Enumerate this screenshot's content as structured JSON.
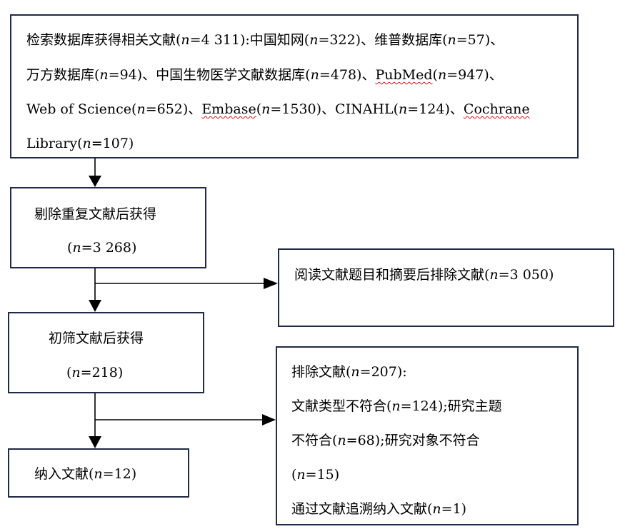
{
  "box_search": {
    "line1_a": "检索数据库获得相关文献(",
    "line1_n": "n",
    "line1_b": "=4 311):中国知网(",
    "line1_n2": "n",
    "line1_c": "=322)、维普数据库(",
    "line1_n3": "n",
    "line1_d": "=57)、",
    "line2_a": "万方数据库(",
    "line2_n": "n",
    "line2_b": "=94)、中国生物医学文献数据库(",
    "line2_n2": "n",
    "line2_c": "=478)、",
    "line2_pub": "PubMed",
    "line2_d": "(",
    "line2_n3": "n",
    "line2_e": "=947)、",
    "line3_a": "Web of Science(",
    "line3_n": "n",
    "line3_b": "=652)、",
    "line3_emb": "Embase",
    "line3_c": "(",
    "line3_n2": "n",
    "line3_d": "=1530)、CINAHL(",
    "line3_n3": "n",
    "line3_e": "=124)、",
    "line3_coch": "Cochrane",
    "line4_a": "Library(",
    "line4_n": "n",
    "line4_b": "=107)"
  },
  "box_dedup": {
    "line1": "剔除重复文献后获得",
    "line2_a": "(",
    "line2_n": "n",
    "line2_b": "=3 268)"
  },
  "box_exclude_title": {
    "line1_a": "阅读文献题目和摘要后排除文献(",
    "line1_n": "n",
    "line1_b": "=3 050)"
  },
  "box_screen": {
    "line1": "初筛文献后获得",
    "line2_a": "(",
    "line2_n": "n",
    "line2_b": "=218)"
  },
  "box_exclude_full": {
    "line1_a": "排除文献(",
    "line1_n": "n",
    "line1_b": "=207):",
    "line2_a": "文献类型不符合(",
    "line2_n": "n",
    "line2_b": "=124);研究主题",
    "line3_a": "不符合(",
    "line3_n": "n",
    "line3_b": "=68);研究对象不符合",
    "line4_a": "(",
    "line4_n": "n",
    "line4_b": "=15)",
    "line5_a": "通过文献追溯纳入文献(",
    "line5_n": "n",
    "line5_b": "=1)"
  },
  "box_include": {
    "line1_a": "纳入文献(",
    "line1_n": "n",
    "line1_b": "=12)"
  }
}
